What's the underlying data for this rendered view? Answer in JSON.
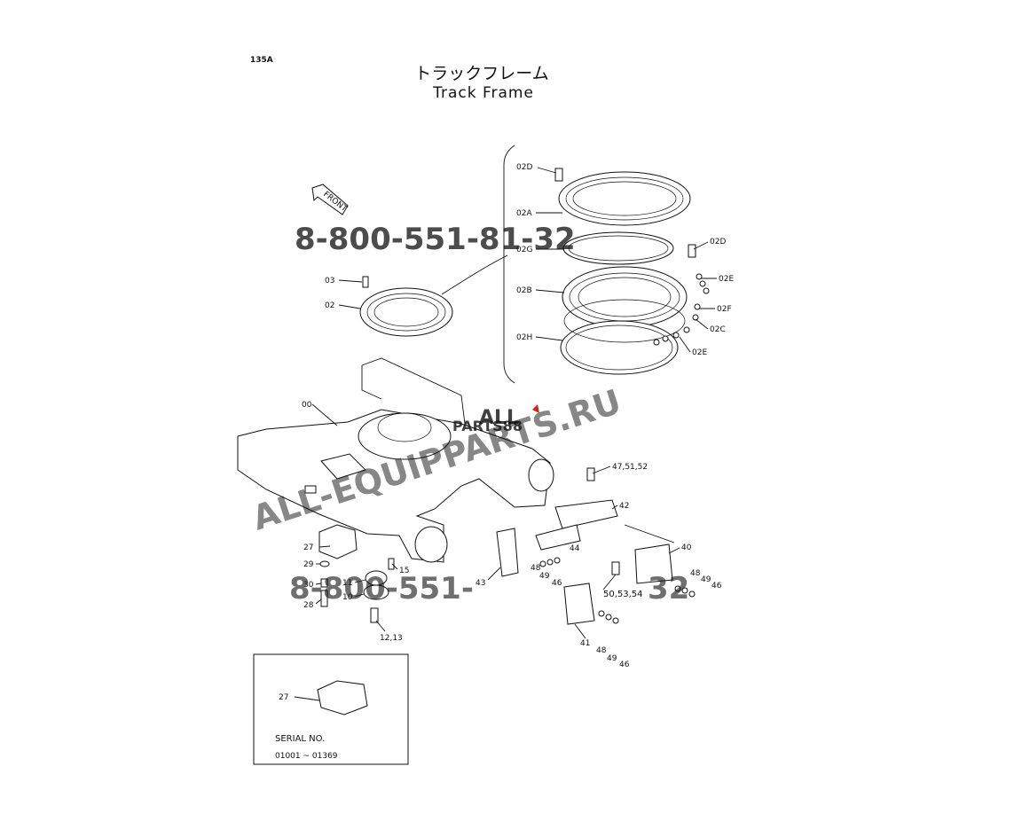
{
  "page": {
    "number": "135A",
    "title_jp": "トラックフレーム",
    "title_en": "Track Frame"
  },
  "front_arrow": "FRONT",
  "labels": {
    "l_02D_a": "02D",
    "l_02A": "02A",
    "l_02G": "02G",
    "l_02D_b": "02D",
    "l_02E_a": "02E",
    "l_02B": "02B",
    "l_02F": "02F",
    "l_02C": "02C",
    "l_02H": "02H",
    "l_02E_b": "02E",
    "l_03": "03",
    "l_02": "02",
    "l_00": "00",
    "l_47_51_52": "47,51,52",
    "l_42": "42",
    "l_27": "27",
    "l_29": "29",
    "l_30": "30",
    "l_28": "28",
    "l_15": "15",
    "l_11": "11",
    "l_10": "10",
    "l_12_13": "12,13",
    "l_44": "44",
    "l_40": "40",
    "l_48_a": "48",
    "l_49_a": "49",
    "l_46_a": "46",
    "l_43": "43",
    "l_50_53_54": "50,53,54",
    "l_48_b": "48",
    "l_49_b": "49",
    "l_46_b": "46",
    "l_41": "41",
    "l_48_c": "48",
    "l_49_c": "49",
    "l_46_c": "46"
  },
  "inset": {
    "part_label": "27",
    "serial_label": "SERIAL NO.",
    "serial_range": "01001 ~ 01369"
  },
  "watermarks": {
    "phone": "8-800-551-81-32",
    "phone_partial": "8-800-551-",
    "phone_partial_end": "32",
    "site_a": "ALL",
    "site_b": "PARTS88",
    "site_long": "ALL-EQUIPPARTS.RU",
    "colors": {
      "orange": "#f2b27a",
      "grey": "#b8b8b8"
    }
  }
}
